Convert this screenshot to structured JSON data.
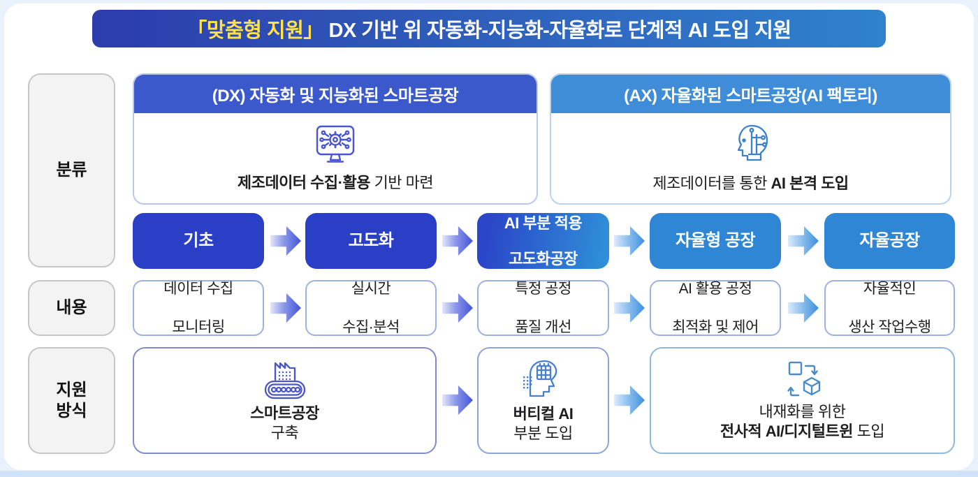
{
  "banner": {
    "highlight": "「맞춤형 지원」",
    "title": " DX 기반 위 자동화-지능화-자율화로 단계적 AI 도입 지원"
  },
  "row_labels": {
    "classification": "분류",
    "content": "내용",
    "support_line1": "지원",
    "support_line2": "방식"
  },
  "headers": {
    "dx": {
      "title": "(DX) 자동화 및 지능화된 스마트공장",
      "icon": "monitor-gear-icon",
      "caption_bold": "제조데이터 수집·활용",
      "caption_rest": " 기반 마련"
    },
    "ax": {
      "title": "(AX) 자율화된 스마트공장(AI 팩토리)",
      "icon": "head-circuit-icon",
      "caption_pre": "제조데이터를 통한 ",
      "caption_bold": "AI 본격 도입"
    }
  },
  "stages": [
    {
      "label": "기초"
    },
    {
      "label": "고도화"
    },
    {
      "line1": "AI 부분 적용",
      "line2": "고도화공장"
    },
    {
      "label": "자율형 공장"
    },
    {
      "label": "자율공장"
    }
  ],
  "contents": [
    {
      "line1": "데이터 수집",
      "line2": "모니터링"
    },
    {
      "line1": "실시간",
      "line2": "수집·분석"
    },
    {
      "line1": "특정 공정",
      "line2": "품질 개선"
    },
    {
      "line1": "AI 활용 공정",
      "line2": "최적화 및 제어"
    },
    {
      "line1": "자율적인",
      "line2": "생산 작업수행"
    }
  ],
  "support": [
    {
      "icon": "factory-conveyor-icon",
      "bold": "스마트공장",
      "rest": "구축"
    },
    {
      "icon": "head-chip-icon",
      "bold": "버티컬 AI",
      "rest": "부분 도입"
    },
    {
      "icon": "digital-twin-icon",
      "line1": "내재화를 위한",
      "bold": "전사적 AI/디지털트윈",
      "rest": " 도입"
    }
  ],
  "colors": {
    "banner_gradient_left": "#2c3cab",
    "banner_gradient_right": "#2f82cd",
    "banner_highlight": "#ffe24a",
    "dx_header": "#3c59cc",
    "ax_header": "#3f8dd8",
    "stage_indigo": "#2a3fc6",
    "stage_sky": "#2e86d4",
    "arrow_indigo": "#4353d8",
    "arrow_sky": "#3e8fdd",
    "label_bg": "#f3f3f4",
    "page_bg": "#e9f1fb"
  }
}
